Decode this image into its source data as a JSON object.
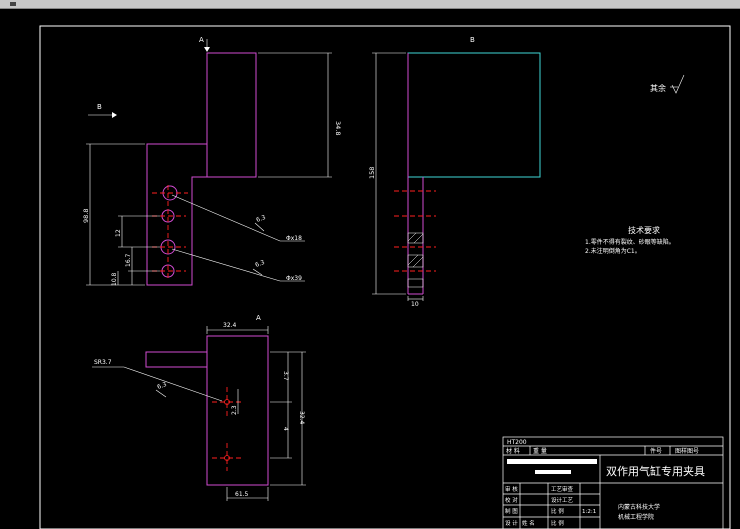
{
  "section_labels": {
    "a_top": "A",
    "b_top": "B",
    "a_bottom": "A",
    "b_arrow": "B"
  },
  "dimensions": {
    "front_height_total": "34.8",
    "front_left_total": "98.8",
    "front_pitch_12": "12",
    "front_pitch_16": "16.7",
    "front_bottom_10": "10.8",
    "side_height": "158",
    "side_width": "10",
    "hole_label_1": "6.3",
    "hole_label_2": "6.3",
    "phi_1": "Φx18",
    "phi_2": "Φx39",
    "bottom_top_width": "32.4",
    "bottom_right_1": "3.7",
    "bottom_right_2": "4",
    "bottom_right_3": "32.4",
    "bottom_inner": "2.3",
    "bottom_bottom_width": "61.5",
    "radius_note": "SR3.7",
    "roughness_bottom": "6.3"
  },
  "roughness_note": "其余",
  "tech": {
    "title": "技术要求",
    "line1": "1.零件不得有裂纹、砂眼等缺陷。",
    "line2": "2.未注明倒角为C1。"
  },
  "title_block": {
    "material": "HT200",
    "row_material": "材 料",
    "row_weight": "重 量",
    "part_no": "件号",
    "drawing_no": "图样图号",
    "drawing_title": "双作用气缸专用夹具",
    "left_labels": [
      "审 核",
      "校 对",
      "制 图",
      "设 计"
    ],
    "mid_labels": [
      "工艺审查",
      "设计工艺",
      "比 例",
      "比 例"
    ],
    "scale": "1:2:1",
    "designer": "姓 名",
    "school_1": "内蒙古科技大学",
    "school_2": "机械工程学院"
  }
}
